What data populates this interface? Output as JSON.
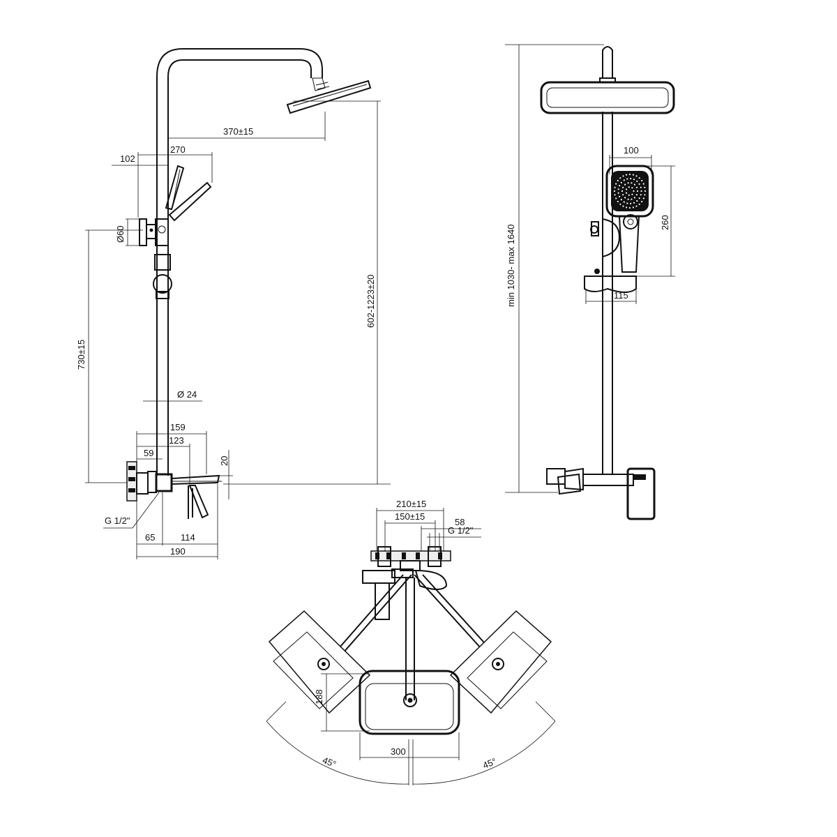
{
  "side_view": {
    "head_offset": "370±15",
    "hand_offset": "270",
    "bracket_depth": "102",
    "bracket_diameter": "Ø60",
    "height_range": "602-1223±20",
    "rail_height": "730±15",
    "pipe_diameter": "Ø 24",
    "spout_159": "159",
    "spout_123": "123",
    "offset_59": "59",
    "height_20": "20",
    "thread": "G 1/2\"",
    "dim_65": "65",
    "dim_114": "114",
    "dim_190": "190"
  },
  "front_view": {
    "total_height": "min 1030- max 1640",
    "hand_width": "100",
    "hand_height": "260",
    "slider_width": "115"
  },
  "top_view": {
    "centers_210": "210±15",
    "centers_150": "150±15",
    "dim_58": "58",
    "thread": "G 1/2\"",
    "head_depth": "188",
    "head_width": "300",
    "angle_left": "45°",
    "angle_right": "45°"
  }
}
